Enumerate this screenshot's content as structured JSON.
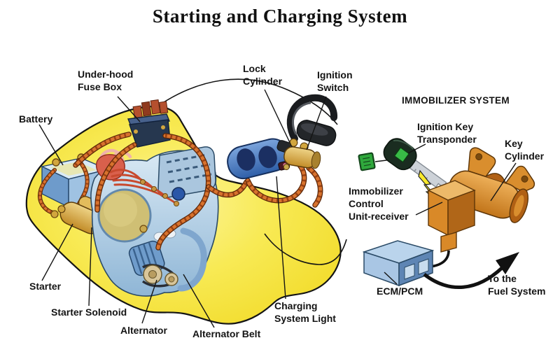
{
  "title": "Starting and Charging System",
  "diagram": {
    "labels": {
      "battery": "Battery",
      "underhood_fuse_box": "Under-hood\nFuse Box",
      "lock_cylinder": "Lock\nCylinder",
      "ignition_switch": "Ignition\nSwitch",
      "starter": "Starter",
      "starter_solenoid": "Starter Solenoid",
      "alternator": "Alternator",
      "alternator_belt": "Alternator Belt",
      "charging_system_light": "Charging\nSystem Light"
    },
    "immobilizer": {
      "heading": "IMMOBILIZER SYSTEM",
      "labels": {
        "ignition_key_transponder": "Ignition Key\nTransponder",
        "key_cylinder": "Key\nCylinder",
        "immobilizer_control_unit": "Immobilizer\nControl\nUnit-receiver",
        "ecm_pcm": "ECM/PCM",
        "to_fuel_system": "To the\nFuel System"
      }
    },
    "icons": {
      "lightning_bolt": "radio-signal-lightning-icon",
      "arrow": "to-fuel-system-arrow-icon"
    },
    "colors": {
      "body_yellow": "#f8e84a",
      "body_yellow_edge": "#f2dc2c",
      "engine_blue": "#b9d3e8",
      "wire_orange": "#d8732e",
      "battery_blue": "#6e9bcb",
      "brass_gold": "#d2a63e",
      "immobilizer_orange": "#d98e2e",
      "transponder_green": "#38ba46",
      "ecm_blue": "#8fb4dc",
      "lightning_yellow": "#f8e92c",
      "text_black": "#141414"
    }
  }
}
